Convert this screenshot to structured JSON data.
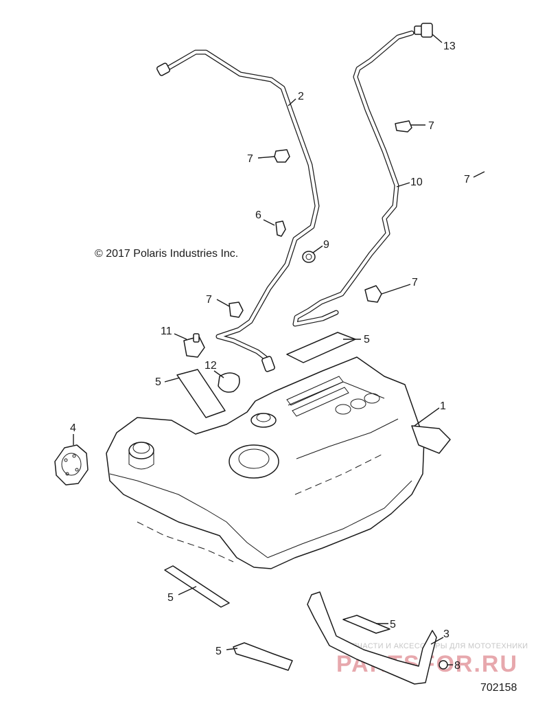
{
  "copyright": "© 2017 Polaris Industries Inc.",
  "document_number": "702158",
  "watermark": {
    "tagline": "ЗАПЧАСТИ И АКСЕССУАРЫ ДЛЯ МОТОТЕХНИКИ",
    "brand": "PARTSFOR.RU"
  },
  "callouts": [
    {
      "id": "c1",
      "text": "1"
    },
    {
      "id": "c2",
      "text": "2"
    },
    {
      "id": "c3",
      "text": "3"
    },
    {
      "id": "c4",
      "text": "4"
    },
    {
      "id": "c5a",
      "text": "5"
    },
    {
      "id": "c5b",
      "text": "5"
    },
    {
      "id": "c5c",
      "text": "5"
    },
    {
      "id": "c5d",
      "text": "5"
    },
    {
      "id": "c5e",
      "text": "5"
    },
    {
      "id": "c6",
      "text": "6"
    },
    {
      "id": "c7a",
      "text": "7"
    },
    {
      "id": "c7b",
      "text": "7"
    },
    {
      "id": "c7c",
      "text": "7"
    },
    {
      "id": "c7d",
      "text": "7"
    },
    {
      "id": "c7e",
      "text": "7"
    },
    {
      "id": "c8",
      "text": "8"
    },
    {
      "id": "c9",
      "text": "9"
    },
    {
      "id": "c10",
      "text": "10"
    },
    {
      "id": "c11",
      "text": "11"
    },
    {
      "id": "c12",
      "text": "12"
    },
    {
      "id": "c13",
      "text": "13"
    }
  ]
}
